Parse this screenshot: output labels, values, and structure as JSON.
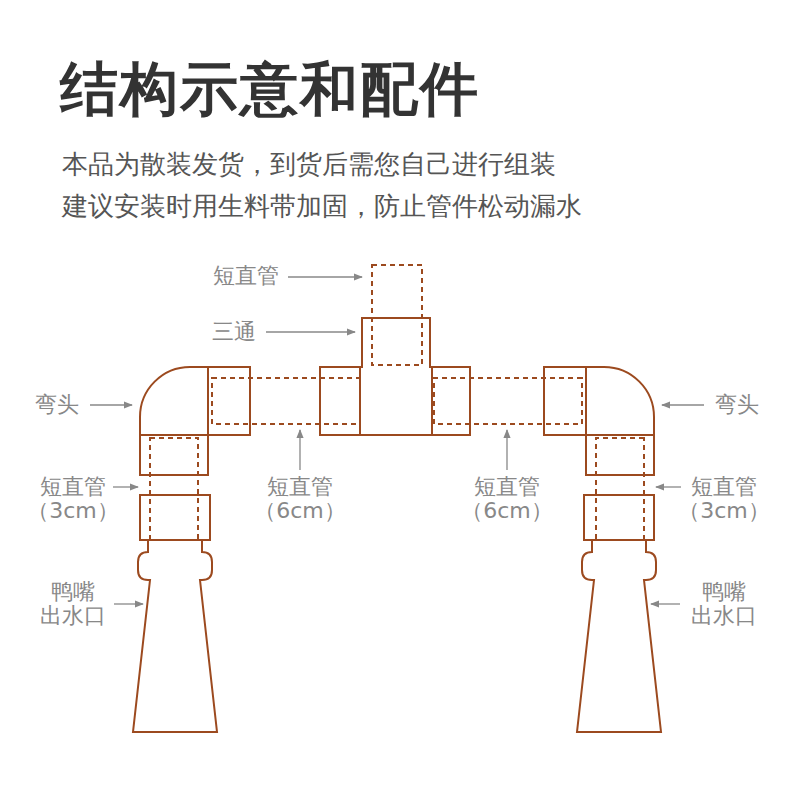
{
  "diagram": {
    "title": "结构示意和配件",
    "labels": [
      "本品为散装发货，到货后需您自己进行组装",
      "建议安装时用生料带加固，防止管件松动漏水",
      "短直管",
      "三通",
      "弯头",
      "弯头",
      "短直管 （3cm）",
      "短直管 （6cm）",
      "短直管 （6cm）",
      "短直管 （3cm）",
      "鸭嘴 出水口",
      "鸭嘴 出水口"
    ]
  }
}
